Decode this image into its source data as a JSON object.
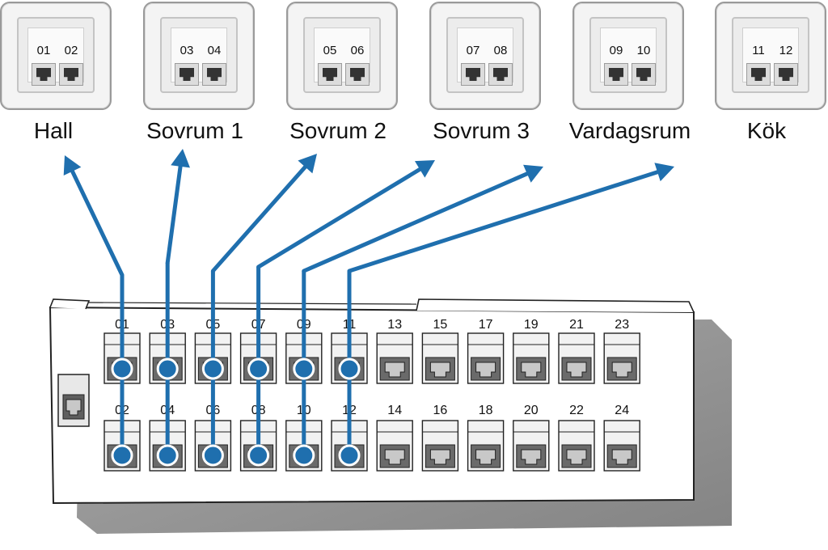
{
  "outlets": [
    {
      "room": "Hall",
      "ports": [
        "01",
        "02"
      ]
    },
    {
      "room": "Sovrum 1",
      "ports": [
        "03",
        "04"
      ]
    },
    {
      "room": "Sovrum 2",
      "ports": [
        "05",
        "06"
      ]
    },
    {
      "room": "Sovrum 3",
      "ports": [
        "07",
        "08"
      ]
    },
    {
      "room": "Vardagsrum",
      "ports": [
        "09",
        "10"
      ]
    },
    {
      "room": "Kök",
      "ports": [
        "11",
        "12"
      ]
    }
  ],
  "patch_panel": {
    "top_row": [
      "01",
      "03",
      "05",
      "07",
      "09",
      "11",
      "13",
      "15",
      "17",
      "19",
      "21",
      "23"
    ],
    "bottom_row": [
      "02",
      "04",
      "06",
      "08",
      "10",
      "12",
      "14",
      "16",
      "18",
      "20",
      "22",
      "24"
    ],
    "connected_ports": [
      "01",
      "02",
      "03",
      "04",
      "05",
      "06",
      "07",
      "08",
      "09",
      "10",
      "11",
      "12"
    ]
  },
  "colors": {
    "cable": "#1f6fae",
    "panel": "#ffffff",
    "shadow": "#8a8a8a",
    "outline": "#222222"
  }
}
